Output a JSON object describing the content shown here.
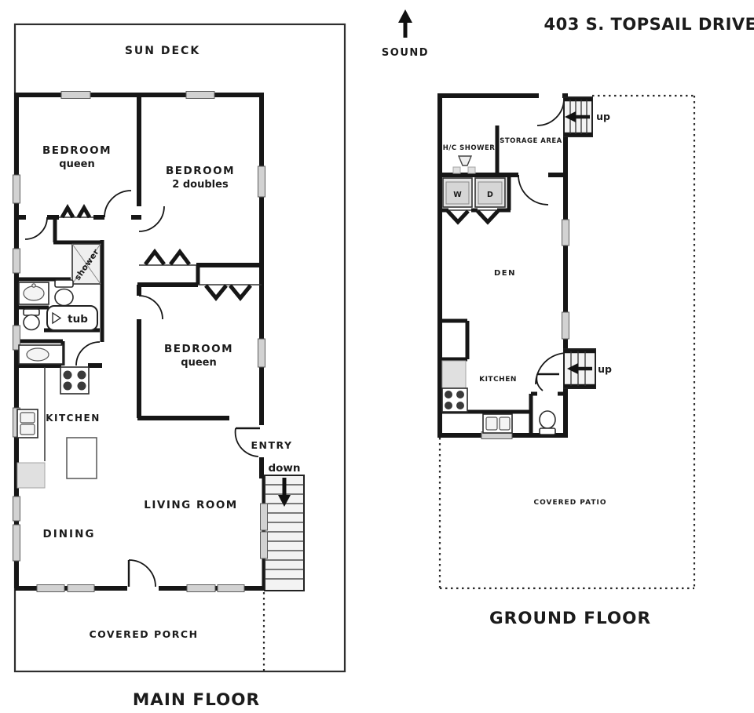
{
  "header": {
    "title": "403 S. TOPSAIL DRIVE",
    "compass_label": "SOUND"
  },
  "colors": {
    "wall": "#161616",
    "window_fill": "#d2d2d2",
    "stair_fill": "#f3f3f3",
    "appliance_gray": "#e0e0e0",
    "text": "#1b1b1b",
    "background": "#ffffff"
  },
  "main_floor": {
    "title": "MAIN FLOOR",
    "labels": {
      "sun_deck": "SUN DECK",
      "bedroom1_name": "BEDROOM",
      "bedroom1_bed": "queen",
      "bedroom2_name": "BEDROOM",
      "bedroom2_bed": "2 doubles",
      "bedroom3_name": "BEDROOM",
      "bedroom3_bed": "queen",
      "shower": "shower",
      "tub": "tub",
      "kitchen": "KITCHEN",
      "entry": "ENTRY",
      "stair_direction": "down",
      "living_room": "LIVING ROOM",
      "dining": "DINING",
      "covered_porch": "COVERED PORCH"
    }
  },
  "ground_floor": {
    "title": "GROUND FLOOR",
    "labels": {
      "hc_shower": "H/C SHOWER",
      "storage_area": "STORAGE AREA",
      "stair_top_direction": "up",
      "washer": "W",
      "dryer": "D",
      "den": "DEN",
      "kitchen": "KITCHEN",
      "stair_bottom_direction": "up",
      "covered_patio": "COVERED PATIO"
    }
  }
}
